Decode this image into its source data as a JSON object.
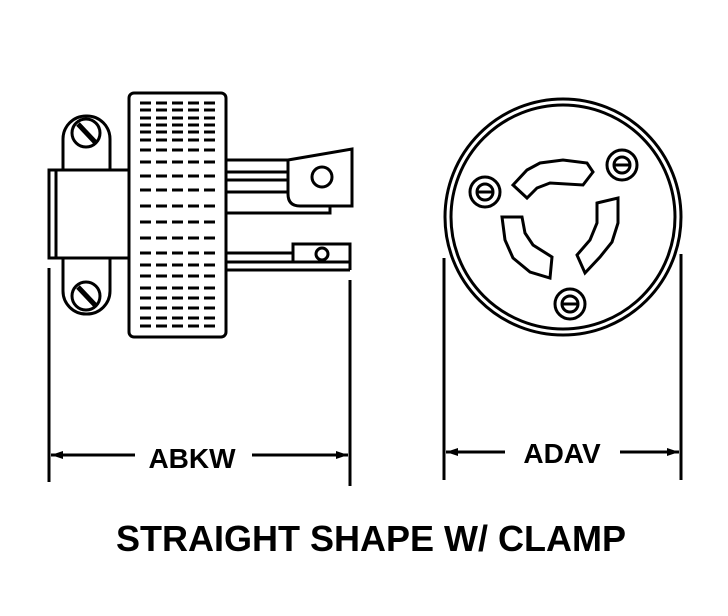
{
  "colors": {
    "ink": "#000000",
    "background": "#ffffff"
  },
  "dimensions": {
    "left_label": "ABKW",
    "right_label": "ADAV"
  },
  "caption": "STRAIGHT SHAPE W/ CLAMP"
}
